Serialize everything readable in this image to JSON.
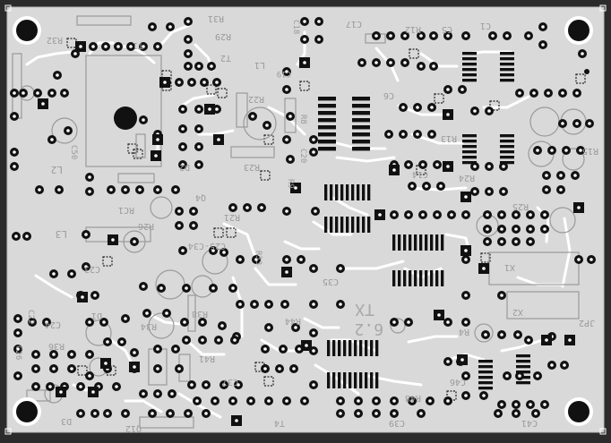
{
  "colors": {
    "frame": "#2b2b2b",
    "board": "#d9d9d9",
    "copper": "#ffffff",
    "silk": "#9a9a9a",
    "pad": "#111111",
    "hole": "#ffffff"
  },
  "labels": [
    "R32",
    "R31",
    "R29",
    "C18",
    "C17",
    "R12",
    "C5",
    "C1",
    "T1",
    "T2",
    "C19",
    "L1",
    "R22",
    "R8",
    "R23",
    "R9",
    "C20",
    "L2",
    "C50",
    "L3",
    "RC1",
    "D2",
    "C6",
    "C14",
    "R13",
    "R15",
    "R26",
    "Q4",
    "R21",
    "C25",
    "C34",
    "R33",
    "R24",
    "R25",
    "R27",
    "C23",
    "C22",
    "C35",
    "TX",
    "6.2",
    "R44",
    "C24",
    "R34",
    "R36",
    "D1",
    "C26",
    "R38",
    "R41",
    "C37",
    "R4",
    "C46",
    "R48",
    "C39",
    "C41",
    "JP2",
    "X2",
    "X1",
    "T4",
    "Q12",
    "D3"
  ],
  "silk_texts": {
    "r32": "R32",
    "r31": "R31",
    "r29": "R29",
    "c18": "C18",
    "c17": "C17",
    "r12": "R12",
    "c5": "C5",
    "c1": "C1",
    "t1": "T1",
    "t2": "T2",
    "c19": "C19",
    "l1": "L1",
    "r22": "R22",
    "r8": "R8",
    "r23": "R23",
    "r9": "R9",
    "c20": "C20",
    "l2": "L2",
    "c50": "C50",
    "l3": "L3",
    "rc1": "RC1",
    "d2": "D2",
    "c6": "C6",
    "c14": "C14",
    "r13": "R13",
    "r15": "R15",
    "r26": "R26",
    "q4": "Q4",
    "r21": "R21",
    "c25c34": "C25-C34",
    "r33": "R33",
    "r24": "R24",
    "r25": "R25",
    "c23": "C23",
    "c22": "C22",
    "c35": "C35",
    "tx": "TX",
    "ver": "6.2",
    "r44": "R44",
    "c24": "C24",
    "r34": "R34",
    "r36": "R36",
    "d1": "D1",
    "c26": "C26",
    "r38": "R38",
    "r41": "R41",
    "c37": "C37",
    "r4": "R4",
    "c46": "C46",
    "r48": "R48",
    "c39": "C39",
    "c41": "C41",
    "jp2": "JP2",
    "x2": "X2",
    "x1": "X1",
    "t4": "T4",
    "q12": "Q12",
    "d3": "D3"
  }
}
